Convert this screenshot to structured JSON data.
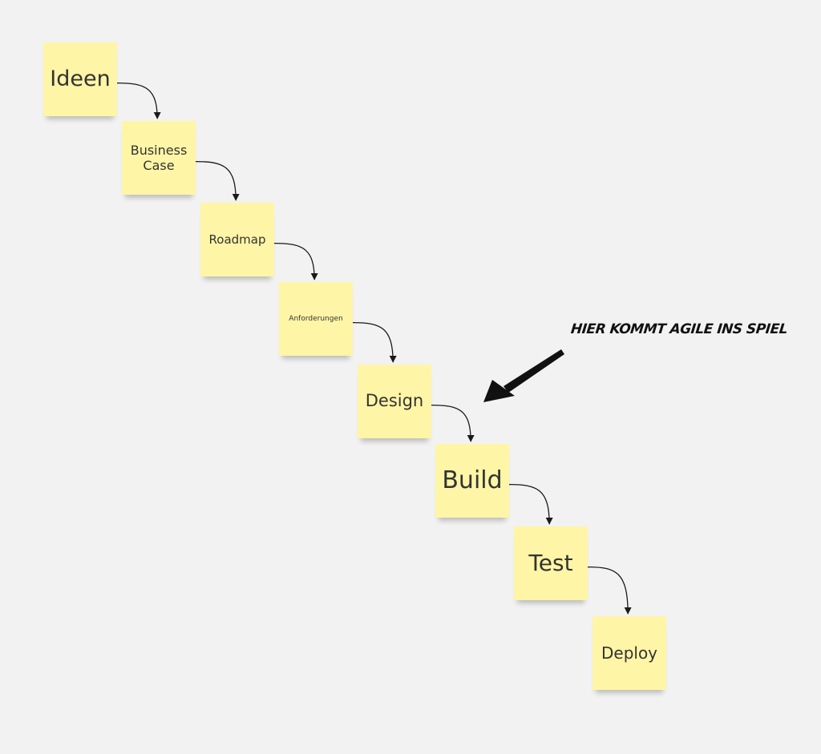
{
  "colors": {
    "background": "#f2f2f2",
    "sticky": "#fff5a6",
    "text": "#333333",
    "connector": "#1a1a1a",
    "annotation": "#111111"
  },
  "steps": [
    {
      "label": "Ideen"
    },
    {
      "label": "Business Case"
    },
    {
      "label": "Roadmap"
    },
    {
      "label": "Anforderungen"
    },
    {
      "label": "Design"
    },
    {
      "label": "Build"
    },
    {
      "label": "Test"
    },
    {
      "label": "Deploy"
    }
  ],
  "annotation": {
    "text": "HIER KOMMT AGILE INS SPIEL",
    "icon": "arrow-icon"
  }
}
